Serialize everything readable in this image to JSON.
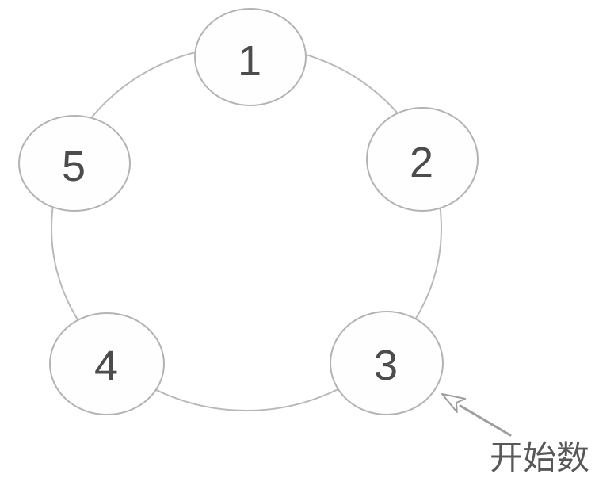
{
  "diagram": {
    "nodes": [
      {
        "label": "1"
      },
      {
        "label": "2"
      },
      {
        "label": "3"
      },
      {
        "label": "4"
      },
      {
        "label": "5"
      }
    ],
    "annotation": {
      "label": "开始数"
    },
    "icons": {
      "arrow": "arrow-pointer-icon"
    },
    "colors": {
      "background": "#ffffff",
      "ring_stroke": "#b9b9b9",
      "node_stroke": "#b3b3b3",
      "node_fill": "#fefefe",
      "number_text": "#4c4c4c",
      "arrow": "#9e9e9e",
      "annotation_text": "#58585a"
    }
  }
}
